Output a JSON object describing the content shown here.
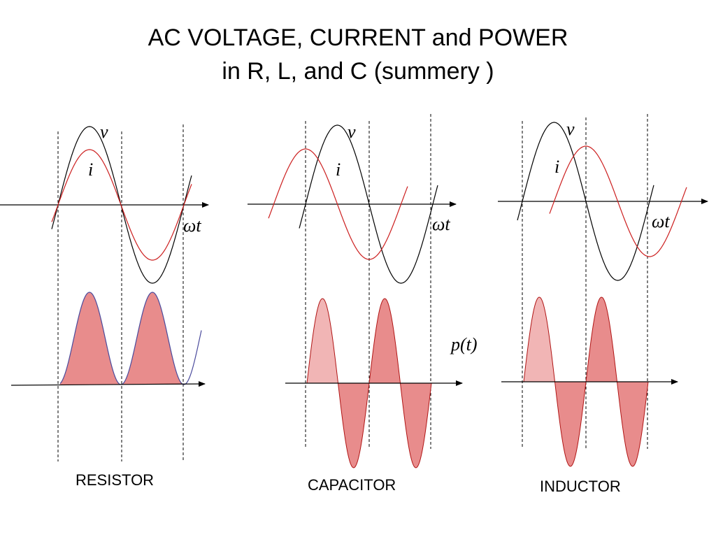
{
  "title": {
    "line1": "AC VOLTAGE, CURRENT and POWER",
    "line2": "in R, L, and C (summery )"
  },
  "symbols": {
    "voltage": "v",
    "current": "i",
    "omega": "ω",
    "time": "t",
    "power": "p(t)"
  },
  "panels": [
    {
      "label": "RESISTOR",
      "current_phase_deg": 0
    },
    {
      "label": "CAPACITOR",
      "current_phase_deg": 90
    },
    {
      "label": "INDUCTOR",
      "current_phase_deg": -90
    }
  ],
  "colors": {
    "voltage": "#000000",
    "current": "#cc1f1f",
    "power_fill": "#e88c8c",
    "power_fill_light": "#f1b5b5",
    "power_line_resistor": "#4a4a9c"
  }
}
